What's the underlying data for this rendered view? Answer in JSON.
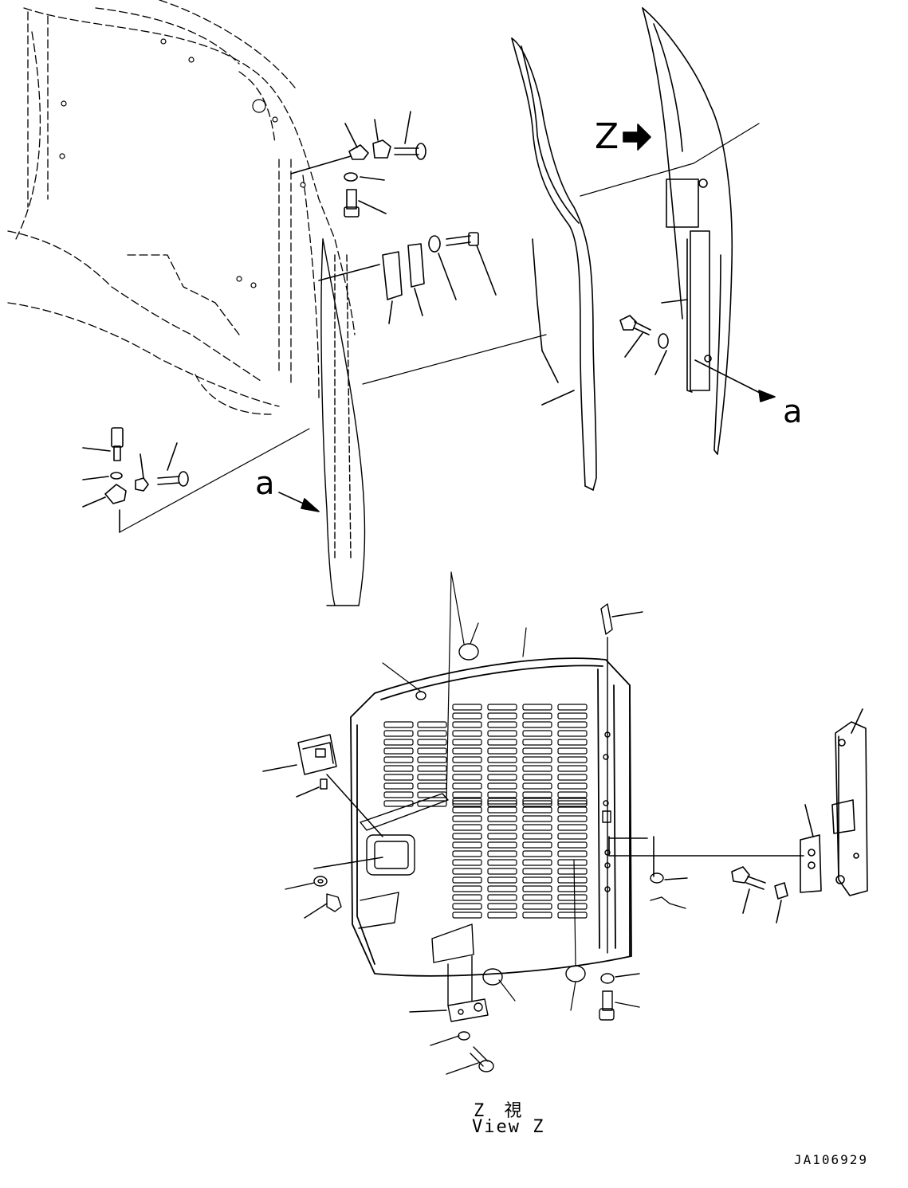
{
  "labels": {
    "arrow_a_left": "a",
    "arrow_a_right": "a",
    "z_marker": "Z",
    "view_title_jp": "Z 視",
    "view_title_en": "View Z",
    "drawing_id": "JA106929"
  },
  "colors": {
    "line": "#000000",
    "background": "#ffffff"
  }
}
